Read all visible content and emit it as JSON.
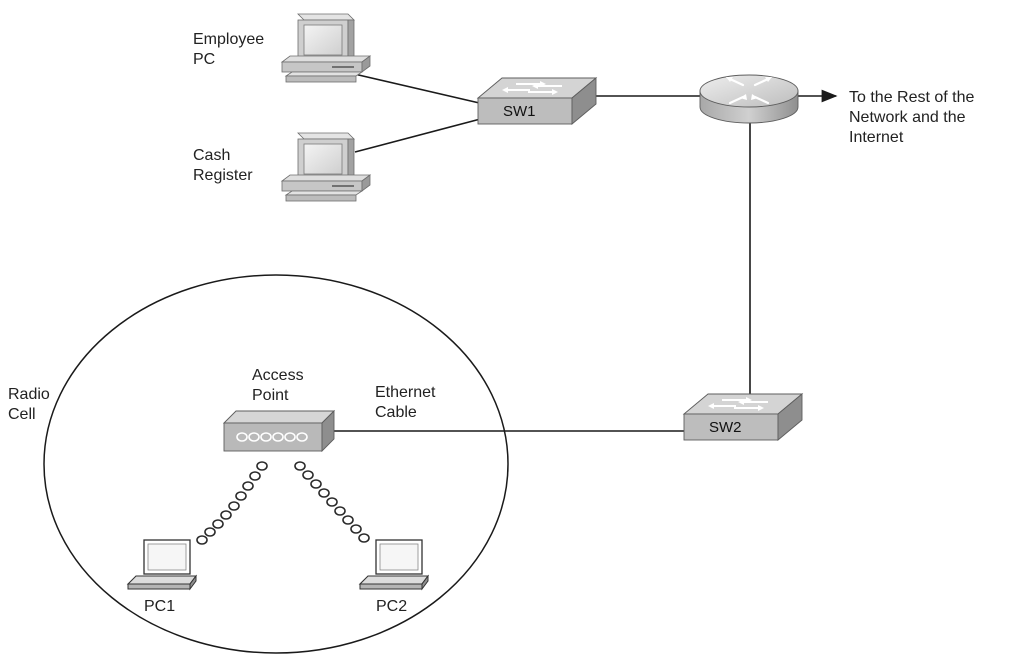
{
  "labels": {
    "employee_pc_line1": "Employee",
    "employee_pc_line2": "PC",
    "cash_register_line1": "Cash",
    "cash_register_line2": "Register",
    "sw1": "SW1",
    "sw2": "SW2",
    "rest_line1": "To the Rest of the",
    "rest_line2": "Network and the",
    "rest_line3": "Internet",
    "radio_cell_line1": "Radio",
    "radio_cell_line2": "Cell",
    "access_point_line1": "Access",
    "access_point_line2": "Point",
    "ethernet_cable_line1": "Ethernet",
    "ethernet_cable_line2": "Cable",
    "pc1": "PC1",
    "pc2": "PC2"
  },
  "icons": {
    "desktop": "desktop-pc-icon",
    "switch": "switch-icon",
    "router": "router-icon",
    "access_point": "access-point-icon",
    "laptop": "laptop-icon",
    "wireless_link": "wireless-link-icon"
  },
  "colors": {
    "line": "#1a1a1a",
    "device_light": "#d6d6d6",
    "device_mid": "#b9b9b9",
    "device_dark": "#8c8c8c",
    "text": "#222222"
  }
}
